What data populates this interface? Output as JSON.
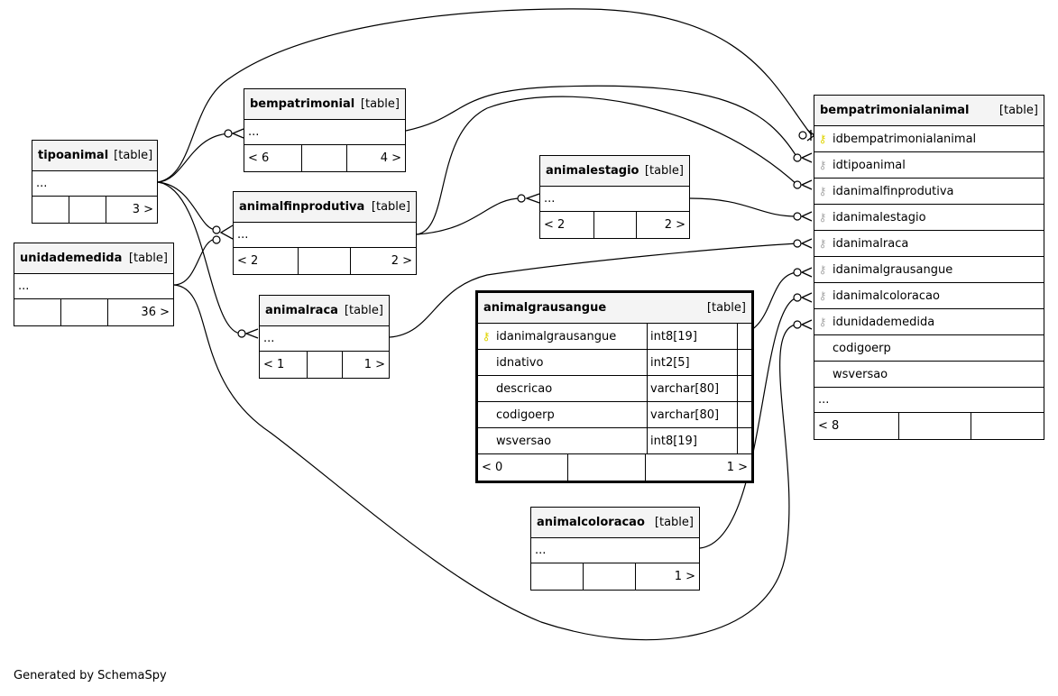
{
  "tables": {
    "bempatrimonial": {
      "name": "bempatrimonial",
      "tag": "[table]",
      "ellipsis": "...",
      "foot": [
        "< 6",
        "",
        "4 >"
      ]
    },
    "tipoanimal": {
      "name": "tipoanimal",
      "tag": "[table]",
      "ellipsis": "...",
      "foot": [
        "",
        "",
        "3 >"
      ]
    },
    "unidademedida": {
      "name": "unidademedida",
      "tag": "[table]",
      "ellipsis": "...",
      "foot": [
        "",
        "",
        "36 >"
      ]
    },
    "animalfinprodutiva": {
      "name": "animalfinprodutiva",
      "tag": "[table]",
      "ellipsis": "...",
      "foot": [
        "< 2",
        "",
        "2 >"
      ]
    },
    "animalestagio": {
      "name": "animalestagio",
      "tag": "[table]",
      "ellipsis": "...",
      "foot": [
        "< 2",
        "",
        "2 >"
      ]
    },
    "animalraca": {
      "name": "animalraca",
      "tag": "[table]",
      "ellipsis": "...",
      "foot": [
        "< 1",
        "",
        "1 >"
      ]
    },
    "animalcoloracao": {
      "name": "animalcoloracao",
      "tag": "[table]",
      "ellipsis": "...",
      "foot": [
        "",
        "",
        "1 >"
      ]
    },
    "animalgrausangue": {
      "name": "animalgrausangue",
      "tag": "[table]",
      "columns": [
        {
          "name": "idanimalgrausangue",
          "type": "int8[19]",
          "key": "pk"
        },
        {
          "name": "idnativo",
          "type": "int2[5]",
          "key": ""
        },
        {
          "name": "descricao",
          "type": "varchar[80]",
          "key": ""
        },
        {
          "name": "codigoerp",
          "type": "varchar[80]",
          "key": ""
        },
        {
          "name": "wsversao",
          "type": "int8[19]",
          "key": ""
        }
      ],
      "foot": [
        "< 0",
        "",
        "1 >"
      ]
    },
    "bempatrimonialanimal": {
      "name": "bempatrimonialanimal",
      "tag": "[table]",
      "columns": [
        {
          "name": "idbempatrimonialanimal",
          "key": "pk"
        },
        {
          "name": "idtipoanimal",
          "key": "fk"
        },
        {
          "name": "idanimalfinprodutiva",
          "key": "fk"
        },
        {
          "name": "idanimalestagio",
          "key": "fk"
        },
        {
          "name": "idanimalraca",
          "key": "fk"
        },
        {
          "name": "idanimalgrausangue",
          "key": "fk"
        },
        {
          "name": "idanimalcoloracao",
          "key": "fk"
        },
        {
          "name": "idunidademedida",
          "key": "fk"
        },
        {
          "name": "codigoerp",
          "key": ""
        },
        {
          "name": "wsversao",
          "key": ""
        }
      ],
      "ellipsis": "...",
      "foot": [
        "< 8",
        "",
        ""
      ]
    }
  },
  "footer": "Generated by SchemaSpy",
  "colors": {
    "pk_key": "#e0d400",
    "fk_key": "#a8a8a8",
    "header_bg": "#f4f4f4"
  },
  "icons": {
    "key": "key-icon"
  }
}
